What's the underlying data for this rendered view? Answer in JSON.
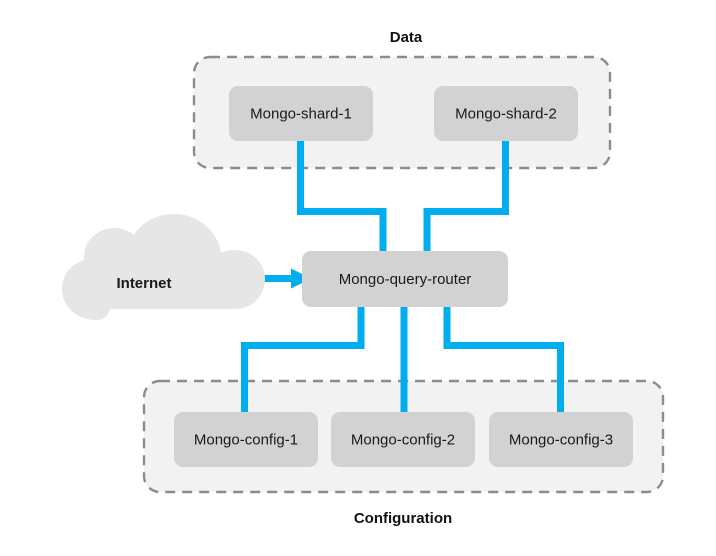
{
  "diagram": {
    "title_top": "Data",
    "title_bottom": "Configuration",
    "colors": {
      "link": "#00ADEE",
      "node_fill": "#d2d2d2",
      "group_fill": "#f2f2f2",
      "group_border": "#8c8c8c",
      "cloud_fill": "#e6e6e6",
      "background": "#ffffff",
      "text": "#1a1a1a"
    },
    "groups": [
      {
        "id": "data-group",
        "label": "Data",
        "label_position": "top",
        "nodes": [
          {
            "id": "mongo-shard-1",
            "label": "Mongo-shard-1"
          },
          {
            "id": "mongo-shard-2",
            "label": "Mongo-shard-2"
          }
        ]
      },
      {
        "id": "configuration-group",
        "label": "Configuration",
        "label_position": "bottom",
        "nodes": [
          {
            "id": "mongo-config-1",
            "label": "Mongo-config-1"
          },
          {
            "id": "mongo-config-2",
            "label": "Mongo-config-2"
          },
          {
            "id": "mongo-config-3",
            "label": "Mongo-config-3"
          }
        ]
      }
    ],
    "cloud": {
      "id": "internet",
      "label": "Internet"
    },
    "router": {
      "id": "mongo-query-router",
      "label": "Mongo-query-router"
    },
    "connections": [
      {
        "from": "internet",
        "to": "mongo-query-router",
        "arrow": true
      },
      {
        "from": "mongo-shard-1",
        "to": "mongo-query-router",
        "arrow": false
      },
      {
        "from": "mongo-shard-2",
        "to": "mongo-query-router",
        "arrow": false
      },
      {
        "from": "mongo-query-router",
        "to": "mongo-config-1",
        "arrow": false
      },
      {
        "from": "mongo-query-router",
        "to": "mongo-config-2",
        "arrow": false
      },
      {
        "from": "mongo-query-router",
        "to": "mongo-config-3",
        "arrow": false
      }
    ]
  }
}
